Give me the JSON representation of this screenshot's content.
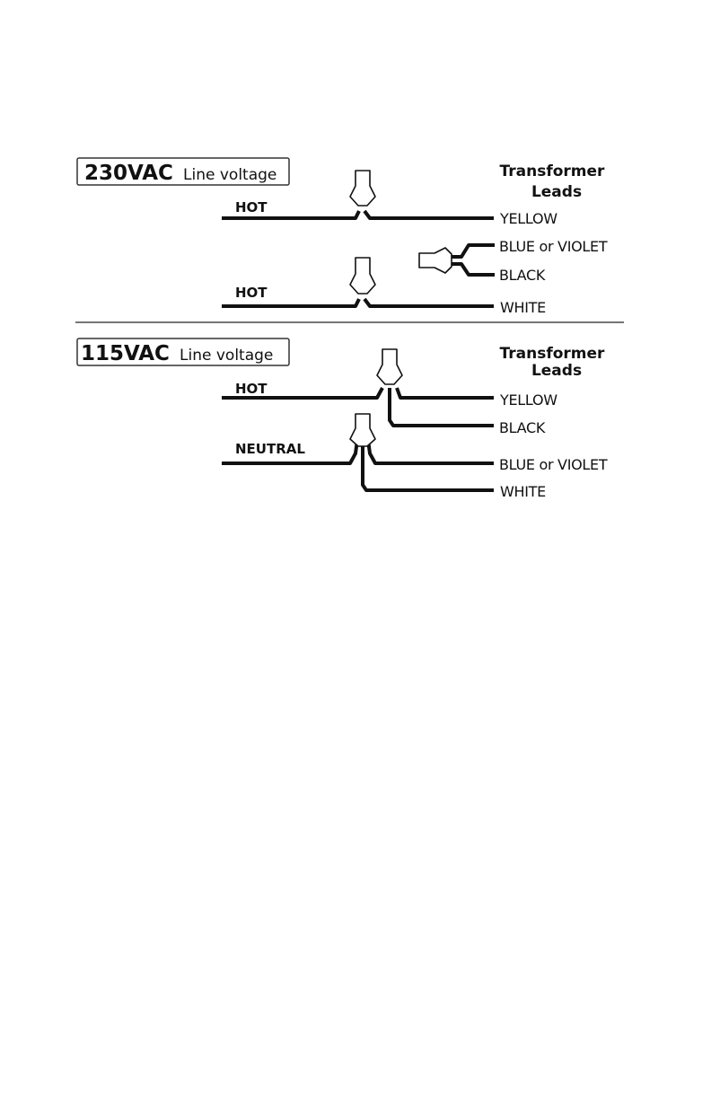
{
  "sections": [
    {
      "voltage": "230VAC",
      "suffix": "Line voltage",
      "header": [
        "Transformer",
        "Leads"
      ],
      "line_labels": [
        "HOT",
        "HOT"
      ],
      "leads": [
        "YELLOW",
        "BLUE or VIOLET",
        "BLACK",
        "WHITE"
      ]
    },
    {
      "voltage": "115VAC",
      "suffix": "Line voltage",
      "header": [
        "Transformer",
        "Leads"
      ],
      "line_labels": [
        "HOT",
        "NEUTRAL"
      ],
      "leads": [
        "YELLOW",
        "BLACK",
        "BLUE or VIOLET",
        "WHITE"
      ]
    }
  ]
}
